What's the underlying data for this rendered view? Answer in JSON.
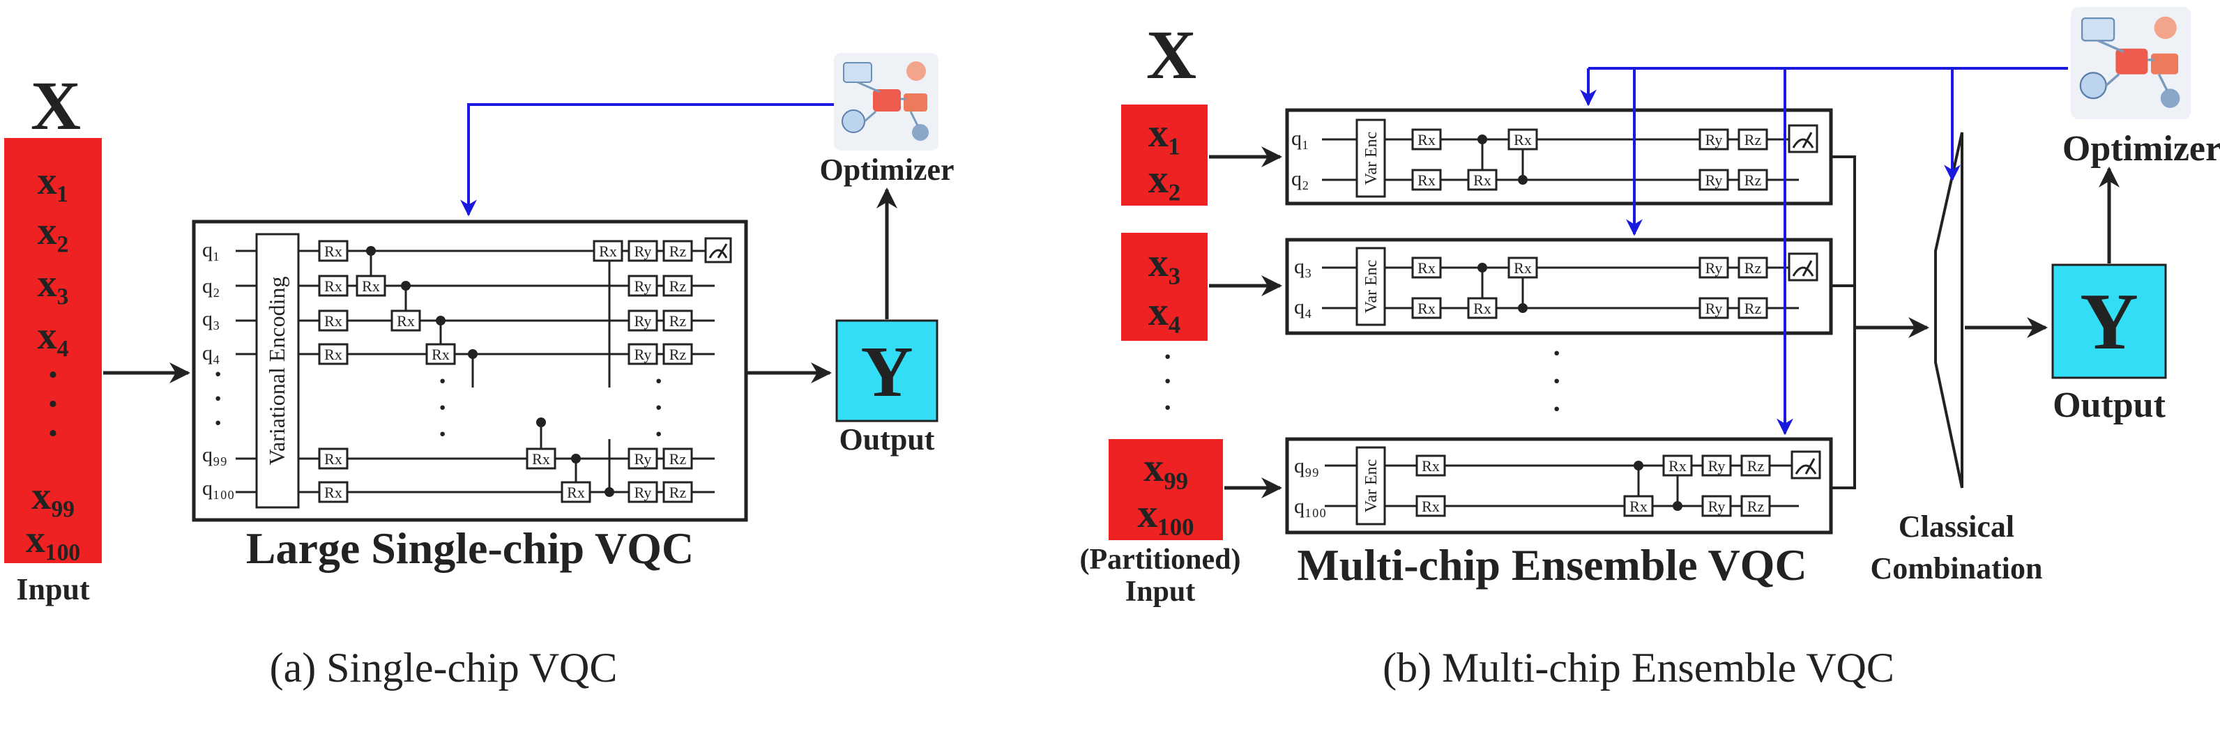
{
  "colors": {
    "input_red": "#ee2222",
    "output_cyan": "#33ddf5",
    "feedback_blue": "#1a1adf",
    "ink": "#222222"
  },
  "icons": {
    "optimizer": "optimizer-network-icon",
    "measure": "measurement-meter-icon"
  },
  "panel_a": {
    "x_heading": "X",
    "inputs": [
      "x₁",
      "x₂",
      "x₃",
      "x₄",
      "·",
      "·",
      "·",
      "x₉₉",
      "x₁₀₀"
    ],
    "input_caption": "Input",
    "qubits": [
      "q₁",
      "q₂",
      "q₃",
      "q₄",
      "q₉₉",
      "q₁₀₀"
    ],
    "vdots": "·",
    "encoding_label": "Variational Encoding",
    "gates": {
      "rx": "Rx",
      "ry": "Ry",
      "rz": "Rz"
    },
    "title": "Large Single-chip VQC",
    "optimizer_label": "Optimizer",
    "output_symbol": "Y",
    "output_caption": "Output",
    "caption": "(a) Single-chip VQC"
  },
  "panel_b": {
    "x_heading": "X",
    "inputs": [
      [
        "x₁",
        "x₂"
      ],
      [
        "x₃",
        "x₄"
      ],
      [
        "x₉₉",
        "x₁₀₀"
      ]
    ],
    "input_caption": [
      "(Partitioned)",
      "Input"
    ],
    "qubits": [
      [
        "q₁",
        "q₂"
      ],
      [
        "q₃",
        "q₄"
      ],
      [
        "q₉₉",
        "q₁₀₀"
      ]
    ],
    "encoding_label": "Var Enc",
    "gates": {
      "rx": "Rx",
      "ry": "Ry",
      "rz": "Rz"
    },
    "title": "Multi-chip Ensemble VQC",
    "combination_label": [
      "Classical",
      "Combination"
    ],
    "optimizer_label": "Optimizer",
    "output_symbol": "Y",
    "output_caption": "Output",
    "caption": "(b) Multi-chip Ensemble VQC"
  }
}
